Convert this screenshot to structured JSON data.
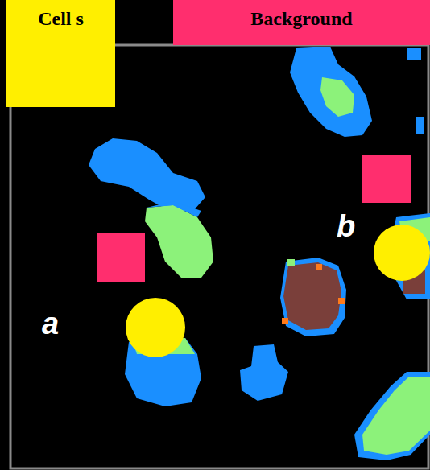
{
  "diagram": {
    "nodes": [
      {
        "text": [
          "Cell s"
        ]
      },
      {
        "text": [
          "Background"
        ]
      }
    ],
    "labels": [
      "a",
      "b"
    ]
  }
}
